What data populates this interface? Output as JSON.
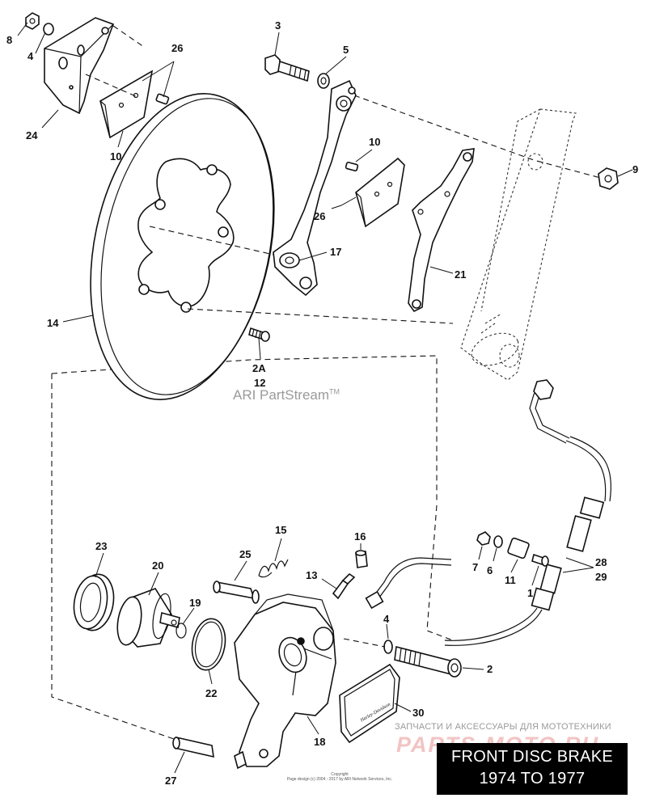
{
  "diagram": {
    "watermark": "ARI PartStream",
    "watermark_tm": "TM",
    "shop_tagline": "ЗАПЧАСТИ И АКСЕССУАРЫ ДЛЯ МОТОТЕХНИКИ",
    "shop_logo": "PARTS-MOTO.RU",
    "copyright_line1": "Copyright",
    "copyright_line2": "Page design (c) 2004 - 2017 by ARI Network Services, Inc.",
    "title_line1": "FRONT DISC BRAKE",
    "title_line2": "1974 TO 1977",
    "pad_text": "Harley-Davidson",
    "callouts": {
      "n8": "8",
      "n4a": "4",
      "n24": "24",
      "n26a": "26",
      "n10a": "10",
      "n3": "3",
      "n5": "5",
      "n9": "9",
      "n10b": "10",
      "n26b": "26",
      "n17": "17",
      "n21": "21",
      "n14": "14",
      "n2a": "2A",
      "n12": "12",
      "n23": "23",
      "n20": "20",
      "n15": "15",
      "n25": "25",
      "n16": "16",
      "n13": "13",
      "n19": "19",
      "n22": "22",
      "n4b": "4",
      "n7": "7",
      "n6": "6",
      "n11": "11",
      "n1": "1",
      "n28": "28",
      "n29": "29",
      "n2": "2",
      "n30": "30",
      "n18": "18",
      "n27": "27"
    }
  }
}
